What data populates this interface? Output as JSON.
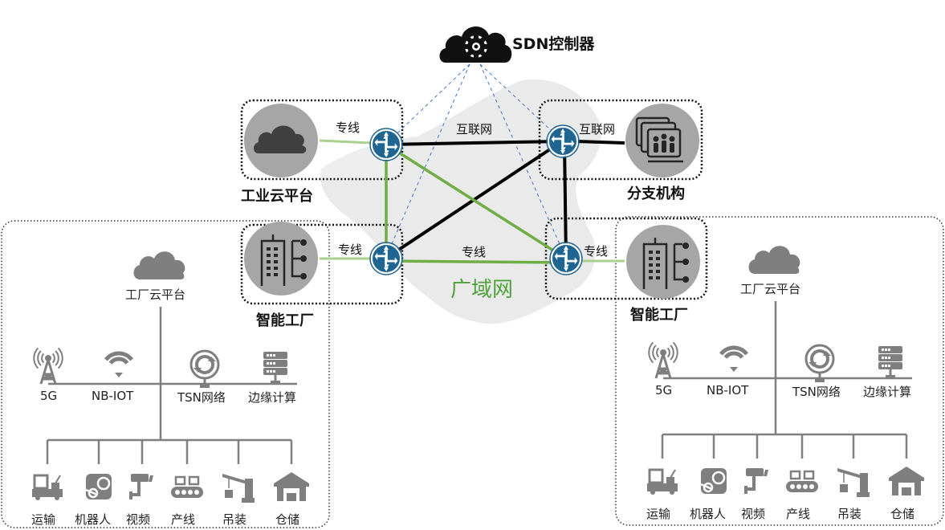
{
  "controller": {
    "label": "SDN控制器",
    "icon": "cloud-gear-icon"
  },
  "wan": {
    "label": "广域网",
    "color": "#4ea23a"
  },
  "link_colors": {
    "dedicated": "#70ad47",
    "dedicated_light": "#a9d18e",
    "internet": "#000000",
    "control": "#4472c4"
  },
  "sites": {
    "cloud_platform": {
      "label": "工业云平台",
      "access_label": "专线",
      "icon": "cloud-icon"
    },
    "branch": {
      "label": "分支机构",
      "access_label": "互联网",
      "icon": "branch-office-icon"
    },
    "factory_left": {
      "label": "智能工厂",
      "access_label": "专线",
      "icon": "factory-building-icon"
    },
    "factory_right": {
      "label": "智能工厂",
      "access_label": "专线",
      "icon": "factory-building-icon"
    }
  },
  "links": {
    "top_internet": "互联网",
    "bottom_dedicated": "专线"
  },
  "factory_detail": {
    "cloud_label": "工厂云平台",
    "networks": [
      {
        "label": "5G",
        "icon": "cell-tower-icon"
      },
      {
        "label": "NB-IOT",
        "icon": "wifi-icon"
      },
      {
        "label": "TSN网络",
        "icon": "sync-icon"
      },
      {
        "label": "边缘计算",
        "icon": "server-icon"
      }
    ],
    "devices": [
      {
        "label": "运输",
        "icon": "transport-cart-icon"
      },
      {
        "label": "机器人",
        "icon": "robot-icon"
      },
      {
        "label": "视频",
        "icon": "camera-icon"
      },
      {
        "label": "产线",
        "icon": "conveyor-icon"
      },
      {
        "label": "吊装",
        "icon": "crane-icon"
      },
      {
        "label": "仓储",
        "icon": "warehouse-icon"
      }
    ]
  }
}
